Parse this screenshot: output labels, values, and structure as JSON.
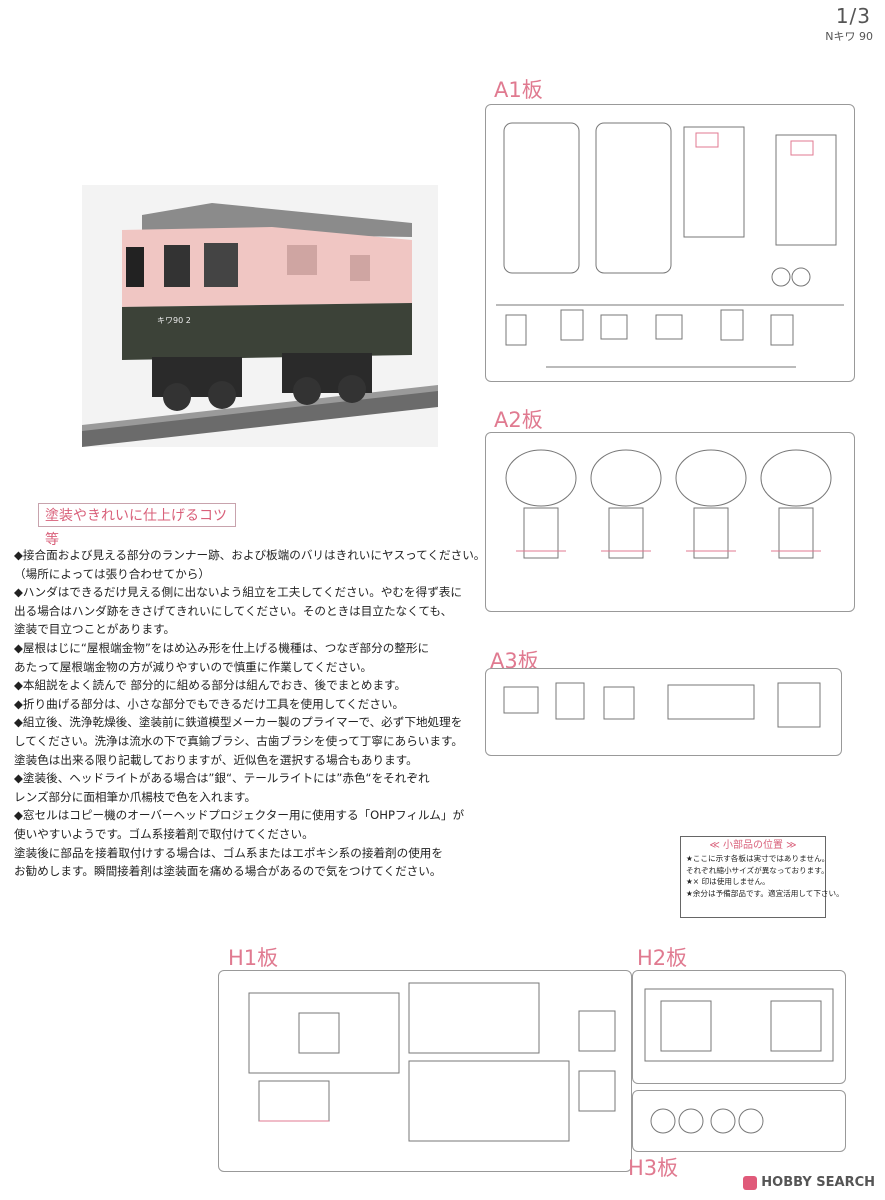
{
  "header": {
    "page": "1/3",
    "model": "Nキワ 90"
  },
  "photo": {
    "number_plate": "キワ90 2"
  },
  "sheets": {
    "a1": "A1板",
    "a2": "A2板",
    "a3": "A3板",
    "h1": "H1板",
    "h2": "H2板",
    "h3": "H3板"
  },
  "tips": {
    "title": "塗装やきれいに仕上げるコツ等",
    "lines": [
      "◆接合面および見える部分のランナー跡、および板端のバリはきれいにヤスってください。",
      "（場所によっては張り合わせてから）",
      "◆ハンダはできるだけ見える側に出ないよう組立を工夫してください。やむを得ず表に",
      "出る場合はハンダ跡をきさげてきれいにしてください。そのときは目立たなくても、",
      "塗装で目立つことがあります。",
      "◆屋根はじに“屋根端金物”をはめ込み形を仕上げる機種は、つなぎ部分の整形に",
      "あたって屋根端金物の方が減りやすいので慎重に作業してください。",
      "◆本組説をよく読んで 部分的に組める部分は組んでおき、後でまとめます。",
      "◆折り曲げる部分は、小さな部分でもできるだけ工具を使用してください。",
      "◆組立後、洗浄乾燥後、塗装前に鉄道模型メーカー製のプライマーで、必ず下地処理を",
      "してください。洗浄は流水の下で真鍮ブラシ、古歯ブラシを使って丁寧にあらいます。",
      "塗装色は出来る限り記載しておりますが、近似色を選択する場合もあります。",
      "◆塗装後、ヘッドライトがある場合は”銀“、テールライトには”赤色“をそれぞれ",
      "レンズ部分に面相筆か爪楊枝で色を入れます。",
      "◆窓セルはコピー機のオーバーヘッドプロジェクター用に使用する「OHPフィルム」が",
      "使いやすいようです。ゴム系接着剤で取付けてください。",
      "塗装後に部品を接着取付けする場合は、ゴム系またはエポキシ系の接着剤の使用を",
      "お勧めします。瞬間接着剤は塗装面を痛める場合があるので気をつけてください。"
    ]
  },
  "small_parts": {
    "title": "≪ 小部品の位置 ≫",
    "lines": [
      "★ここに示す各板は実寸ではありません。",
      "それぞれ縮小サイズが異なっております。",
      "★× 印は使用しません。",
      "★余分は予備部品です。適宜活用して下さい。"
    ]
  },
  "logo": {
    "text": "HOBBY SEARCH"
  },
  "colors": {
    "accent": "#e07a90",
    "body_pink": "#f0c6c3",
    "body_green": "#3c4238"
  }
}
